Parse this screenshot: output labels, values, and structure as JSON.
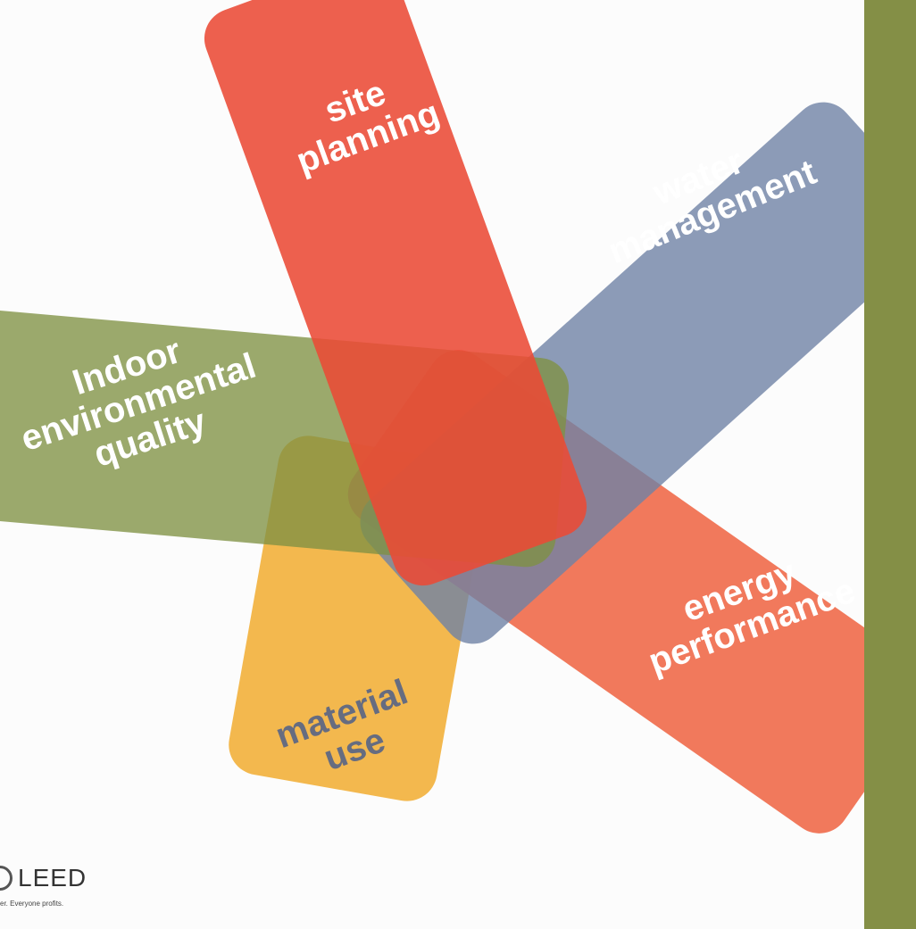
{
  "diagram": {
    "petals": [
      {
        "id": "site-planning",
        "lines": [
          "site",
          "planning"
        ],
        "color": "#ea4a35"
      },
      {
        "id": "water-management",
        "lines": [
          "water",
          "management"
        ],
        "color": "#6f82a5"
      },
      {
        "id": "indoor-environmental-quality",
        "lines": [
          "Indoor",
          "environmental",
          "quality"
        ],
        "color": "#7f9142"
      },
      {
        "id": "energy-performance",
        "lines": [
          "energy",
          "performance"
        ],
        "color": "#f06a4a"
      },
      {
        "id": "material-use",
        "lines": [
          "material",
          "use"
        ],
        "color": "#f2b23f"
      }
    ],
    "side_band_color": "#848f46"
  },
  "logo": {
    "name": "LEED",
    "tagline": "er. Everyone profits."
  }
}
